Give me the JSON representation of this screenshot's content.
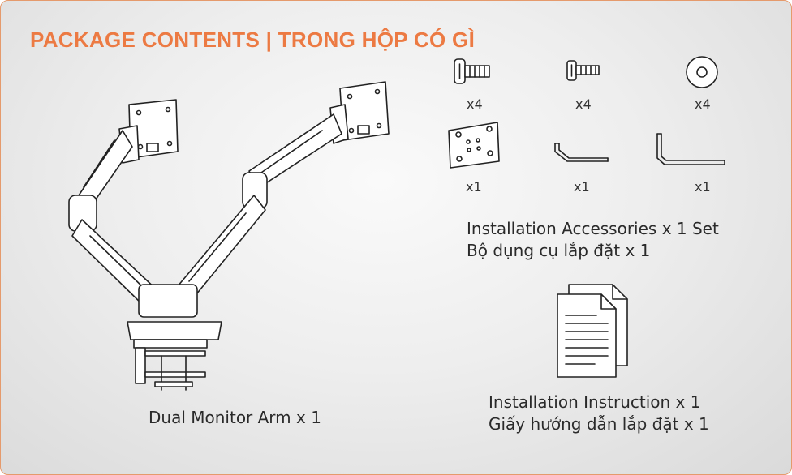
{
  "title": "PACKAGE CONTENTS | TRONG HỘP CÓ GÌ",
  "arm": {
    "label": "Dual Monitor Arm x 1"
  },
  "accessories": {
    "items": [
      {
        "icon": "large-screw-icon",
        "qty": "x4"
      },
      {
        "icon": "small-screw-icon",
        "qty": "x4"
      },
      {
        "icon": "washer-icon",
        "qty": "x4"
      },
      {
        "icon": "vesa-plate-icon",
        "qty": "x1"
      },
      {
        "icon": "small-hex-key-icon",
        "qty": "x1"
      },
      {
        "icon": "large-hex-key-icon",
        "qty": "x1"
      }
    ],
    "label_en": "Installation Accessories x 1 Set",
    "label_vi": "Bộ dụng cụ lắp đặt x 1"
  },
  "instruction": {
    "label_en": "Installation Instruction x 1",
    "label_vi": "Giấy hướng dẫn lắp đặt x 1"
  },
  "colors": {
    "accent": "#ec7a43",
    "border": "#e59a6c",
    "text": "#2a2a2a"
  }
}
